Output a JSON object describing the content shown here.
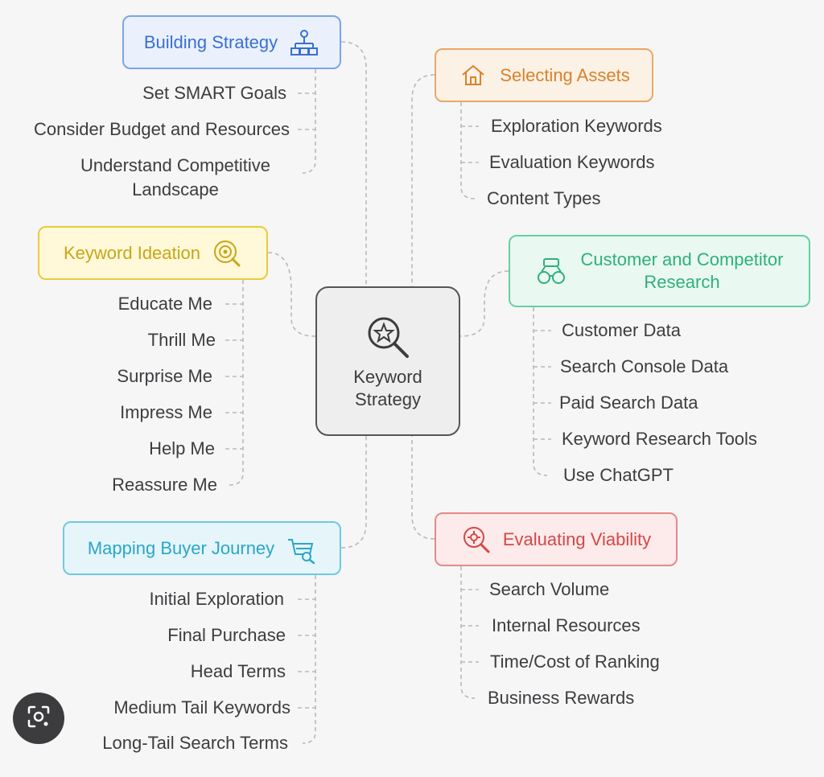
{
  "center": {
    "title_line1": "Keyword",
    "title_line2": "Strategy",
    "icon": "star-search-icon"
  },
  "branches": {
    "building_strategy": {
      "title": "Building Strategy",
      "icon": "hierarchy-icon",
      "color": "#3b6fd1",
      "items": [
        "Set SMART Goals",
        "Consider Budget and Resources",
        "Understand Competitive Landscape"
      ]
    },
    "selecting_assets": {
      "title": "Selecting Assets",
      "icon": "house-hand-icon",
      "color": "#d8822b",
      "items": [
        "Exploration Keywords",
        "Evaluation Keywords",
        "Content Types"
      ]
    },
    "keyword_ideation": {
      "title": "Keyword Ideation",
      "icon": "target-search-icon",
      "color": "#c9a614",
      "items": [
        "Educate Me",
        "Thrill Me",
        "Surprise Me",
        "Impress Me",
        "Help Me",
        "Reassure Me"
      ]
    },
    "customer_research": {
      "title_line1": "Customer and Competitor",
      "title_line2": "Research",
      "icon": "binoculars-icon",
      "color": "#2fb07b",
      "items": [
        "Customer Data",
        "Search Console Data",
        "Paid Search Data",
        "Keyword Research Tools",
        "Use ChatGPT"
      ]
    },
    "buyer_journey": {
      "title": "Mapping Buyer Journey",
      "icon": "cart-search-icon",
      "color": "#2aa6c9",
      "items": [
        "Initial Exploration",
        "Final Purchase",
        "Head Terms",
        "Medium Tail Keywords",
        "Long-Tail Search Terms"
      ]
    },
    "evaluating_viability": {
      "title": "Evaluating Viability",
      "icon": "gear-search-icon",
      "color": "#d24848",
      "items": [
        "Search Volume",
        "Internal Resources",
        "Time/Cost of Ranking",
        "Business Rewards"
      ]
    }
  },
  "overlay": {
    "icon": "lens-camera-icon"
  }
}
